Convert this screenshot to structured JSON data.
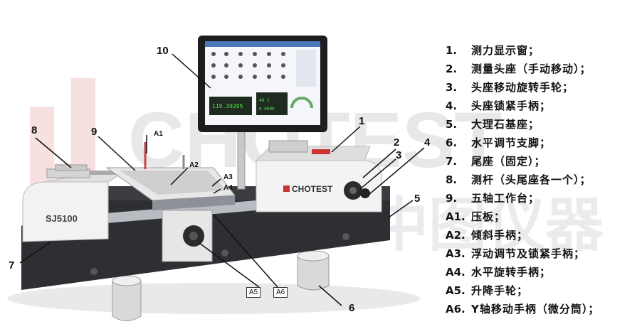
{
  "watermark": {
    "latin": "CHOTEST",
    "chinese": "中图仪器"
  },
  "machine": {
    "model": "SJ5100",
    "brand": "CHOTEST",
    "screen": {
      "readout_main": "119.39205",
      "readout_small_1": "48.3",
      "readout_small_2": "0.0000"
    }
  },
  "callouts": {
    "c1": "1",
    "c2": "2",
    "c3": "3",
    "c4": "4",
    "c5": "5",
    "c6": "6",
    "c7": "7",
    "c8": "8",
    "c9": "9",
    "c10": "10",
    "a1": "A1",
    "a2": "A2",
    "a3": "A3",
    "a4": "A4",
    "a5": "A5",
    "a6": "A6"
  },
  "legend": [
    {
      "num": "1.",
      "text": "测力显示窗；"
    },
    {
      "num": "2.",
      "text": "测量头座（手动移动）；"
    },
    {
      "num": "3.",
      "text": "头座移动旋转手轮；"
    },
    {
      "num": "4.",
      "text": "头座锁紧手柄；"
    },
    {
      "num": "5.",
      "text": "大理石基座；"
    },
    {
      "num": "6.",
      "text": "水平调节支脚；"
    },
    {
      "num": "7.",
      "text": "尾座（固定）；"
    },
    {
      "num": "8.",
      "text": "测杆（头尾座各一个）；"
    },
    {
      "num": "9.",
      "text": "五轴工作台；"
    },
    {
      "num": "A1.",
      "text": "压板；"
    },
    {
      "num": "A2.",
      "text": "倾斜手柄；"
    },
    {
      "num": "A3.",
      "text": "浮动调节及锁紧手柄；"
    },
    {
      "num": "A4.",
      "text": "水平旋转手柄；"
    },
    {
      "num": "A5.",
      "text": "升降手轮；"
    },
    {
      "num": "A6.",
      "text": "Y轴移动手柄（微分筒）；"
    }
  ]
}
